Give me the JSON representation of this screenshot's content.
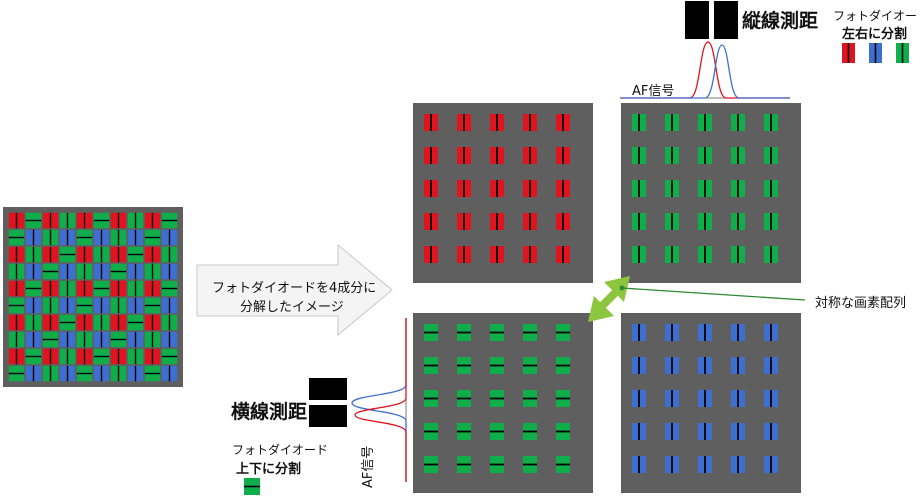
{
  "colors": {
    "red": "#e0141e",
    "blue": "#3d6fd1",
    "green": "#0fae4a",
    "panel": "#5f5f5f",
    "light_green": "#8cc63f"
  },
  "labels": {
    "split_caption_line1": "フォトダイオードを4成分に",
    "split_caption_line2": "分解したイメージ",
    "vertical_af_title": "縦線測距",
    "af_signal_top": "AF信号",
    "pd_lr_line1": "フォトダイオード",
    "pd_lr_line2": "左右に分割",
    "symmetric_label": "対称な画素配列",
    "horizontal_af_title": "横線測距",
    "af_signal_bottom": "AF信号",
    "pd_ud_line1": "フォトダイオード",
    "pd_ud_line2": "上下に分割"
  },
  "icons": [
    "double-arrow-icon",
    "right-arrow-shape"
  ]
}
